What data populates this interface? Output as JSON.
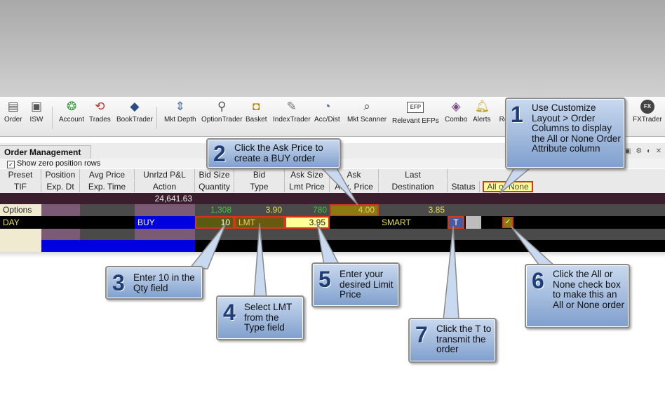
{
  "toolbar": {
    "items": [
      {
        "label": "Order",
        "icon": "order-icon"
      },
      {
        "label": "ISW",
        "icon": "isw-icon"
      },
      {
        "label": "Account",
        "icon": "account-icon"
      },
      {
        "label": "Trades",
        "icon": "trades-icon"
      },
      {
        "label": "BookTrader",
        "icon": "booktrader-icon"
      },
      {
        "label": "Mkt Depth",
        "icon": "mkt-depth-icon"
      },
      {
        "label": "OptionTrader",
        "icon": "optiontrader-icon"
      },
      {
        "label": "Basket",
        "icon": "basket-icon"
      },
      {
        "label": "IndexTrader",
        "icon": "indextrader-icon"
      },
      {
        "label": "Acc/Dist",
        "icon": "accdist-icon"
      },
      {
        "label": "Mkt Scanner",
        "icon": "mkt-scanner-icon"
      },
      {
        "label": "Relevant EFPs",
        "icon": "efp-icon"
      },
      {
        "label": "Combo",
        "icon": "combo-icon"
      },
      {
        "label": "Alerts",
        "icon": "alerts-icon"
      },
      {
        "label": "Re",
        "icon": "re-icon"
      },
      {
        "label": "FXTrader",
        "icon": "fxtrader-icon"
      }
    ],
    "efp_badge": "EFP",
    "fx_badge": "FX"
  },
  "panel": {
    "title": "Order Management",
    "show_zero_label": "Show zero position rows",
    "show_zero_checked": true
  },
  "headers": {
    "row1": [
      "Preset",
      "Position",
      "Avg Price",
      "Unrlzd P&L",
      "Bid Size",
      "Bid",
      "Ask Size",
      "Ask",
      "Last"
    ],
    "row2": [
      "TIF",
      "Exp. Dt",
      "Exp. Time",
      "Action",
      "Quantity",
      "Type",
      "Lmt Price",
      "Aux. Price",
      "Destination",
      "Status",
      "All or None"
    ]
  },
  "grid": {
    "pnl_total": "24,641.63",
    "options_label": "Options",
    "bid_size": "1,308",
    "bid": "3.90",
    "ask_size": "780",
    "ask": "4.00",
    "last": "3.85",
    "tif": "DAY",
    "action": "BUY",
    "quantity": "10",
    "type": "LMT",
    "lmt_price": "3.95",
    "destination": "SMART",
    "status": "T",
    "all_or_none_checked": true
  },
  "callouts": [
    {
      "num": "1",
      "text": "Use Customize Layout > Order Columns to display the All or None Order Attribute column"
    },
    {
      "num": "2",
      "text": "Click the Ask Price to create a BUY order"
    },
    {
      "num": "3",
      "text": "Enter 10 in the Qty field"
    },
    {
      "num": "4",
      "text": "Select LMT from the Type field"
    },
    {
      "num": "5",
      "text": "Enter your desired Limit Price"
    },
    {
      "num": "6",
      "text": "Click the All or None check box to make this an All or None order"
    },
    {
      "num": "7",
      "text": "Click the T to transmit the order"
    }
  ],
  "colors": {
    "accent_blue": "#0000e0",
    "highlight_yellow": "#ffff99",
    "bid_green": "#33cc33",
    "ask_orange": "#cc6600",
    "callout_blue": "#8fa9d4"
  }
}
